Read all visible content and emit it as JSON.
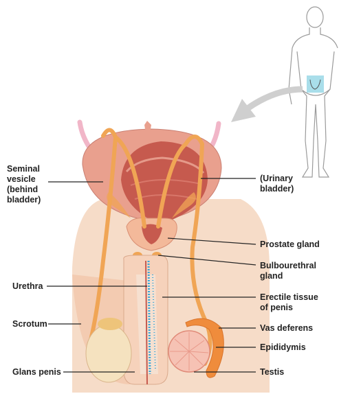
{
  "labels": {
    "seminal_vesicle": "Seminal\nvesicle\n(behind\nbladder)",
    "urinary_bladder": "(Urinary\nbladder)",
    "prostate_gland": "Prostate gland",
    "bulbourethral_gland": "Bulbourethral\ngland",
    "urethra": "Urethra",
    "erectile_tissue": "Erectile tissue\nof penis",
    "scrotum": "Scrotum",
    "vas_deferens": "Vas deferens",
    "epididymis": "Epididymis",
    "glans_penis": "Glans penis",
    "testis": "Testis"
  },
  "colors": {
    "bladder": "#e9a08e",
    "bladder_inner": "#c65a4e",
    "skin": "#f6d2bb",
    "prostate": "#f3b99a",
    "vas_deferens": "#f0a555",
    "urethra_blue": "#3aa6d8",
    "testis": "#f6c2b4",
    "epididymis": "#ef8c3c",
    "arrow": "#cfcfcf",
    "highlight_box": "#9ad8e6",
    "leader_line": "#222222"
  }
}
